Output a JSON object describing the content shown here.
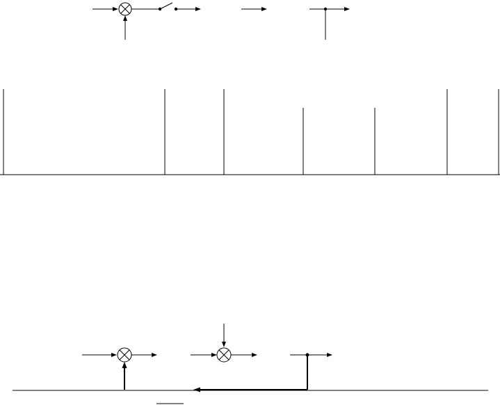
{
  "diagram": {
    "style": {
      "stroke_color": "#000000",
      "background": "#ffffff"
    },
    "top_block_diagram": {
      "elements": [
        "summing-junction",
        "switch",
        "arrow",
        "branch-point"
      ]
    },
    "middle_table": {
      "columns": 6,
      "text": []
    },
    "bottom_block_diagram": {
      "elements": [
        "summing-junction",
        "summing-junction",
        "branch-point",
        "feedback-path"
      ]
    }
  }
}
